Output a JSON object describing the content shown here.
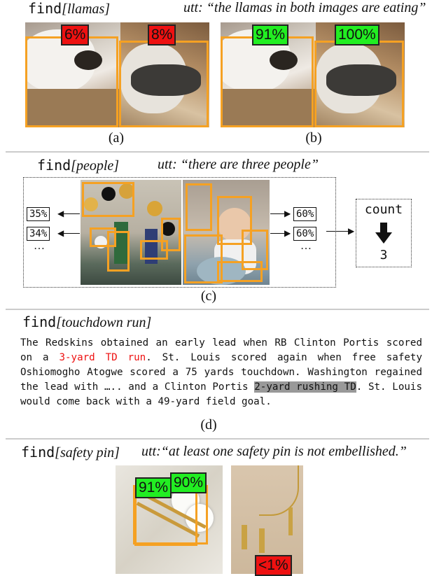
{
  "panel_a": {
    "op": "find",
    "arg": "[llamas]",
    "utterance": "utt: “the llamas in both images are eating”",
    "scores": [
      "6%",
      "8%"
    ],
    "label": "(a)"
  },
  "panel_b": {
    "scores": [
      "91%",
      "100%"
    ],
    "label": "(b)"
  },
  "panel_c": {
    "op": "find",
    "arg": "[people]",
    "utterance": "utt: “there are three people”",
    "left_scores": [
      "35%",
      "34%"
    ],
    "right_scores": [
      "60%",
      "60%"
    ],
    "ellipsis": "…",
    "count_op": "count",
    "count_value": "3",
    "label": "(c)"
  },
  "panel_d": {
    "op": "find",
    "arg": "[touchdown run]",
    "text_1": "The Redskins obtained an early lead when RB Clinton Portis scored on a ",
    "highlight_red": "3-yard TD run",
    "text_2": ". St. Louis scored again when free safety Oshiomogho Atogwe scored a 75 yards touchdown. Washington regained the lead with ….. and a Clinton Portis ",
    "highlight_gray": "2-yard rushing TD",
    "text_3": ". St. Louis would come back with a 49-yard field goal.",
    "label": "(d)"
  },
  "panel_e": {
    "op": "find",
    "arg": "[safety pin]",
    "utterance": "utt:“at least one safety pin is not embellished.”",
    "scores": [
      "91%",
      "90%"
    ],
    "score_right": "<1%"
  },
  "colors": {
    "box": "#f5a123",
    "low": "#ee1111",
    "high": "#22ee22",
    "highlight_gray": "#999999",
    "highlight_red": "#ee1111"
  }
}
